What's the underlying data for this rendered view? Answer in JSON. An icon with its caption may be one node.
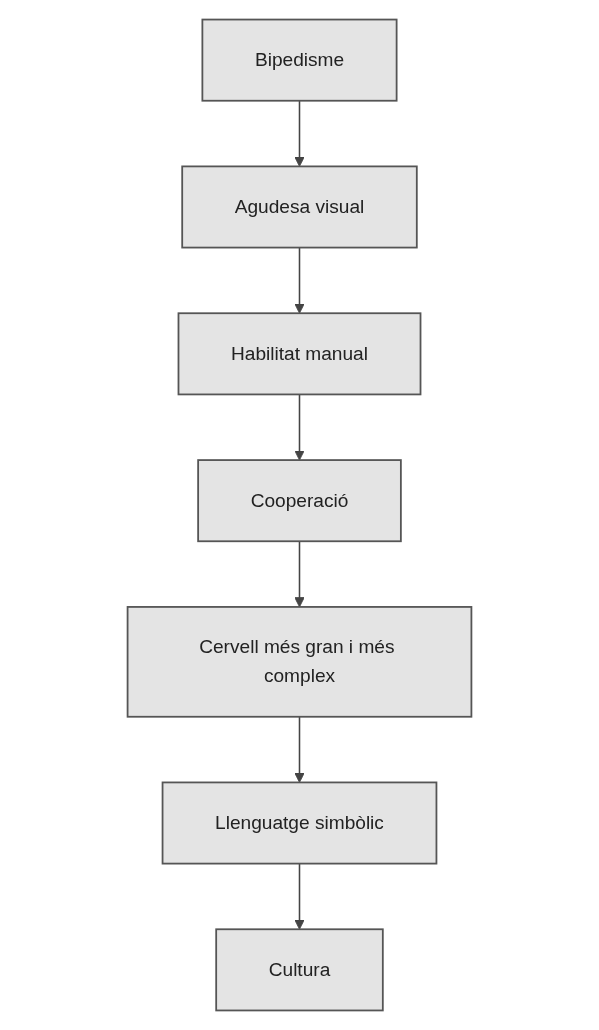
{
  "diagram": {
    "nodes": [
      {
        "text": [
          "Bipedisme"
        ]
      },
      {
        "text": [
          "Agudesa visual"
        ]
      },
      {
        "text": [
          "Habilitat manual"
        ]
      },
      {
        "text": [
          "Cooperació"
        ]
      },
      {
        "text": [
          "Cervell més gran i més complex"
        ]
      },
      {
        "text": [
          "Llenguatge simbòlic"
        ]
      },
      {
        "text": [
          "Cultura"
        ]
      }
    ],
    "edges": [
      {
        "from": 0,
        "to": 1,
        "arrow": "to"
      },
      {
        "from": 1,
        "to": 2,
        "arrow": "to"
      },
      {
        "from": 2,
        "to": 3,
        "arrow": "to"
      },
      {
        "from": 3,
        "to": 4,
        "arrow": "to"
      },
      {
        "from": 4,
        "to": 5,
        "arrow": "to"
      },
      {
        "from": 5,
        "to": 6,
        "arrow": "to"
      }
    ]
  }
}
